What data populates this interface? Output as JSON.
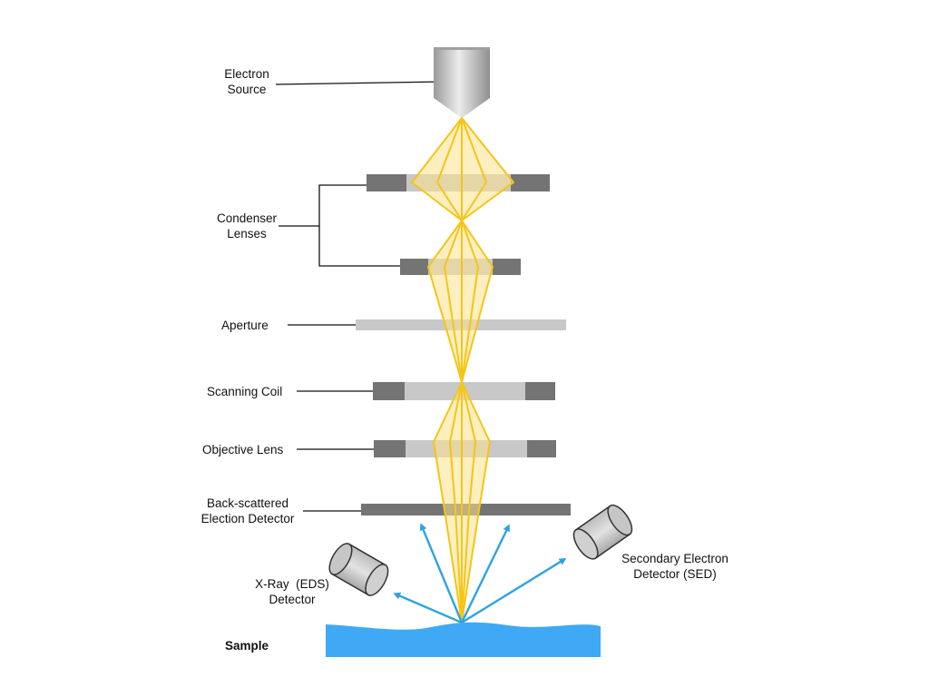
{
  "labels": {
    "electron_source": [
      "Electron",
      "Source"
    ],
    "condenser_lenses": [
      "Condenser",
      "Lenses"
    ],
    "aperture": "Aperture",
    "scanning_coil": "Scanning Coil",
    "objective_lens": "Objective Lens",
    "backscattered_detector": [
      "Back-scattered",
      "Election Detector"
    ],
    "xray_detector": [
      "X-Ray  (EDS)",
      "Detector"
    ],
    "secondary_detector": [
      "Secondary Electron",
      "Detector (SED)"
    ],
    "sample": "Sample"
  },
  "icons": {
    "electron_source": "electron-gun-cone-icon",
    "xray_detector": "cylinder-detector-icon",
    "secondary_detector": "cylinder-detector-icon"
  },
  "colors": {
    "beam": "#f5c518",
    "beam_fill": "#fbe28a",
    "lens_dark": "#747474",
    "lens_light": "#c8c8c8",
    "sample": "#3fa9f5",
    "signal_arrow": "#2ea3e0",
    "leader_line": "#111111",
    "source_metal": "#b8b8b8"
  }
}
